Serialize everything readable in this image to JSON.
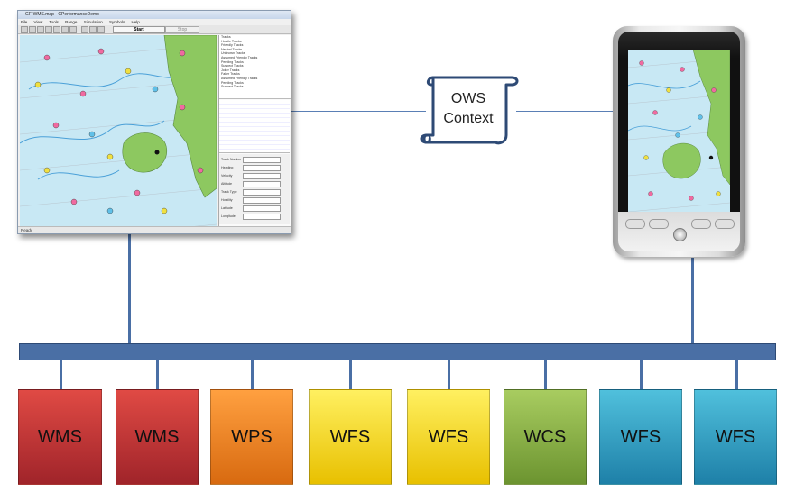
{
  "desktop_window": {
    "title": "GF-WMS.map - CPerformanceDemo",
    "menu": [
      "File",
      "View",
      "Tools",
      "Range",
      "Simulation",
      "Symbols",
      "Help"
    ],
    "start_label": "Start",
    "stop_label": "Stop",
    "track_items": [
      "Tracks",
      "Hostile Tracks",
      "Friendly Tracks",
      "Neutral Tracks",
      "Unknown Tracks",
      "Assumed Friendly Tracks",
      "Pending Tracks",
      "Suspect Tracks",
      "Joker Tracks",
      "Faker Tracks",
      "Assumed Friendly Tracks",
      "Pending Tracks",
      "Suspect Tracks"
    ],
    "form_labels": [
      "Track Number",
      "Heading",
      "Velocity",
      "Altitude",
      "Track Type",
      "Hostility",
      "Latitude",
      "Longitude"
    ],
    "status": "Ready"
  },
  "context": {
    "line1": "OWS",
    "line2": "Context"
  },
  "services": [
    {
      "label": "WMS",
      "top": "#e04a44",
      "bottom": "#a0242a"
    },
    {
      "label": "WMS",
      "top": "#e04a44",
      "bottom": "#a0242a"
    },
    {
      "label": "WPS",
      "top": "#ffa040",
      "bottom": "#d86a10"
    },
    {
      "label": "WFS",
      "top": "#fff060",
      "bottom": "#e8c000"
    },
    {
      "label": "WFS",
      "top": "#fff060",
      "bottom": "#e8c000"
    },
    {
      "label": "WCS",
      "top": "#a8cc60",
      "bottom": "#6c9430"
    },
    {
      "label": "WFS",
      "top": "#50c0dc",
      "bottom": "#1e80a8"
    },
    {
      "label": "WFS",
      "top": "#50c0dc",
      "bottom": "#1e80a8"
    }
  ],
  "colors": {
    "bus": "#4a6fa5",
    "map_sea": "#c8e8f4",
    "map_land": "#8dc860"
  }
}
